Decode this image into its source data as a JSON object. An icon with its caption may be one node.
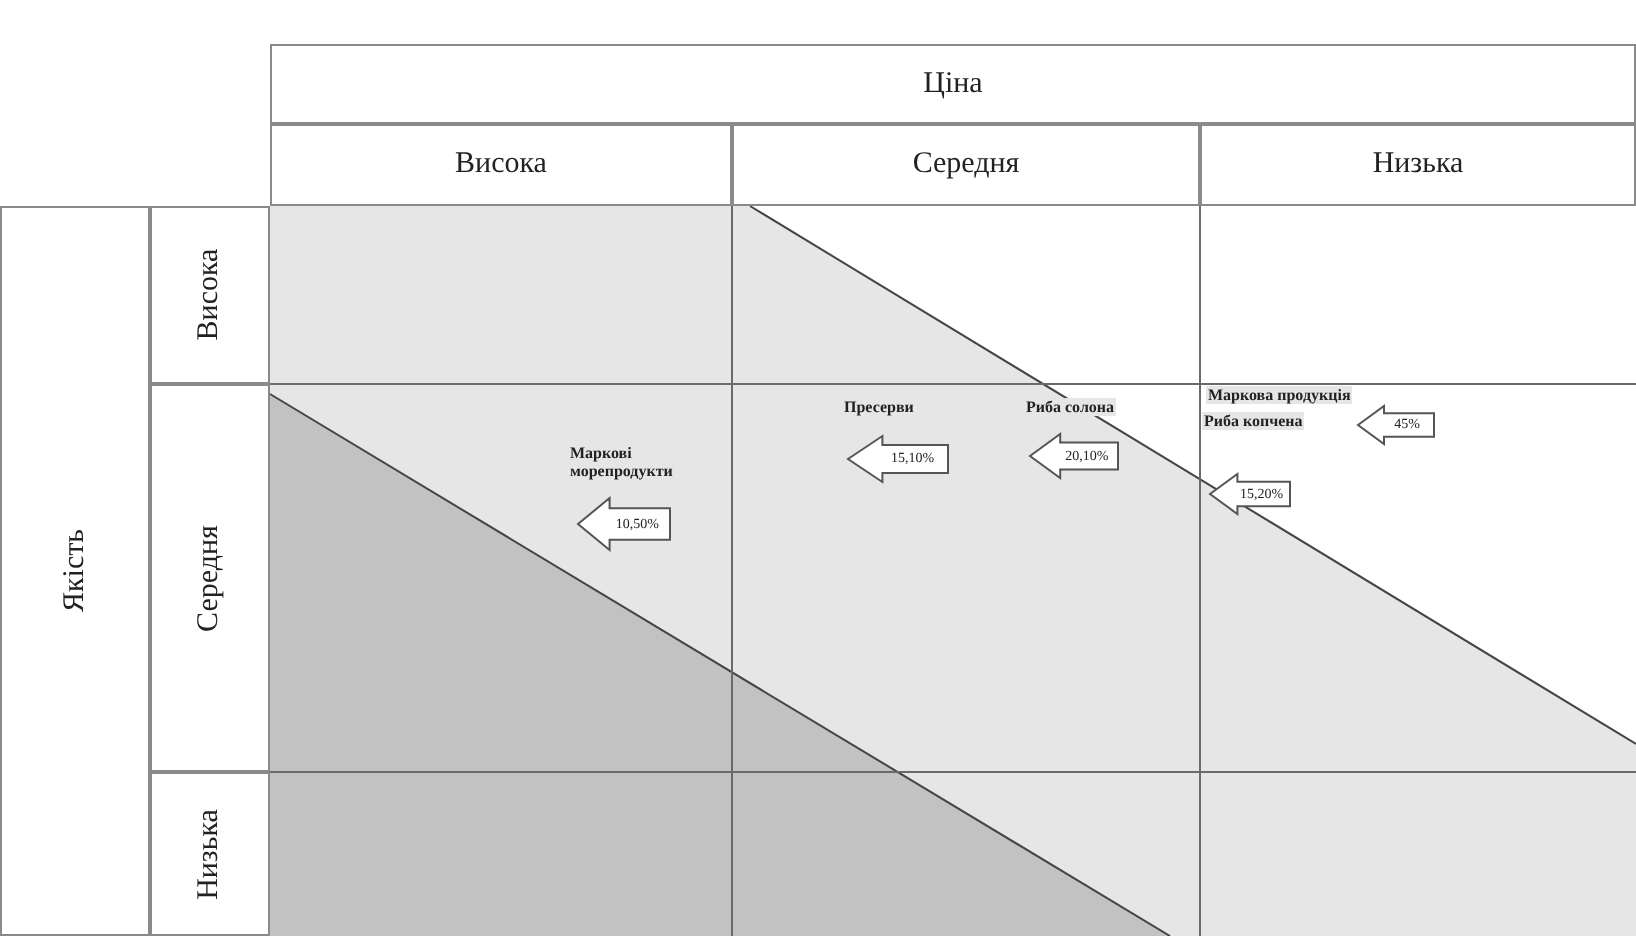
{
  "diagram": {
    "nodes": [
      {
        "text": [
          "Ціна"
        ]
      },
      {
        "text": [
          "Висока"
        ]
      },
      {
        "text": [
          "Середня"
        ]
      },
      {
        "text": [
          "Низька"
        ]
      },
      {
        "text": [
          "Якість"
        ]
      },
      {
        "text": [
          "Висока"
        ]
      },
      {
        "text": [
          "Середня"
        ]
      },
      {
        "text": [
          "Низька"
        ]
      },
      {
        "text": [
          "10,50%"
        ],
        "beside": [
          "Маркові морепродукти"
        ]
      },
      {
        "text": [
          "15,10%"
        ],
        "beside": [
          "Пресерви"
        ]
      },
      {
        "text": [
          "20,10%"
        ],
        "beside": [
          "Риба солона"
        ]
      },
      {
        "text": [
          "45%"
        ],
        "beside": [
          "Маркова продукція"
        ]
      },
      {
        "text": [
          "15,20%"
        ],
        "beside": [
          "Риба копчена"
        ]
      }
    ],
    "edges": []
  }
}
